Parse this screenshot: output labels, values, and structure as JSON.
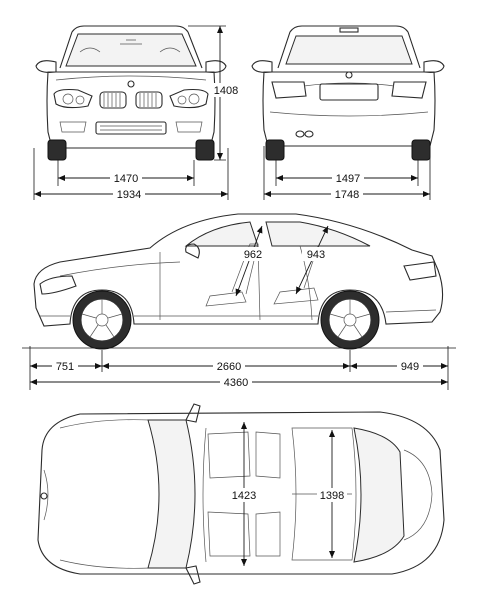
{
  "dimensions": {
    "front_track": "1470",
    "overall_width": "1934",
    "height": "1408",
    "rear_track": "1497",
    "width_mirrors": "1748",
    "front_headroom": "962",
    "rear_headroom": "943",
    "front_overhang": "751",
    "wheelbase": "2660",
    "rear_overhang": "949",
    "overall_length": "4360",
    "front_shoulder_width": "1423",
    "rear_shoulder_width": "1398"
  }
}
